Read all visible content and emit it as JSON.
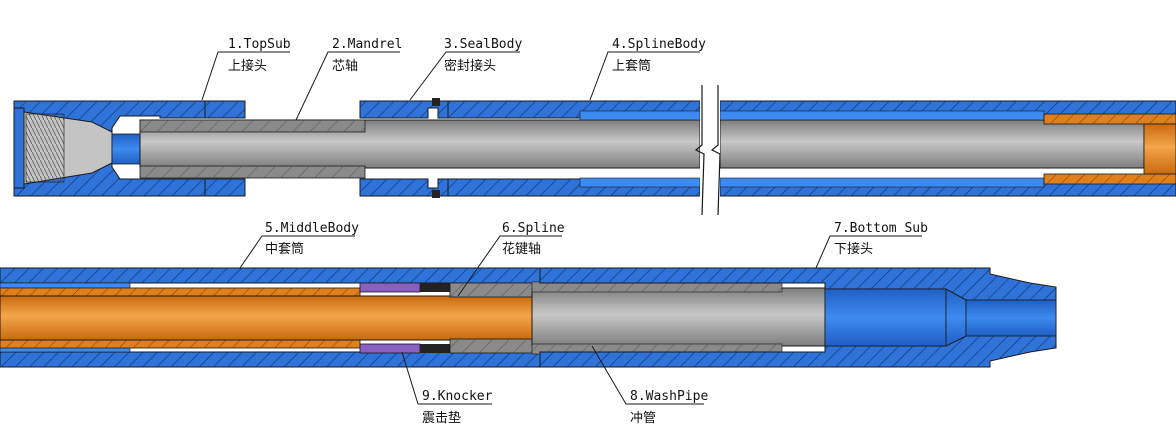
{
  "diagram": {
    "callouts": [
      {
        "id": "top-sub",
        "en": "1.TopSub",
        "cn": "上接头"
      },
      {
        "id": "mandrel",
        "en": "2.Mandrel",
        "cn": "芯轴"
      },
      {
        "id": "seal-body",
        "en": "3.SealBody",
        "cn": "密封接头"
      },
      {
        "id": "spline-body",
        "en": "4.SplineBody",
        "cn": "上套筒"
      },
      {
        "id": "middle-body",
        "en": "5.MiddleBody",
        "cn": "中套筒"
      },
      {
        "id": "spline",
        "en": "6.Spline",
        "cn": "花键轴"
      },
      {
        "id": "bottom-sub",
        "en": "7.Bottom Sub",
        "cn": "下接头"
      },
      {
        "id": "wash-pipe",
        "en": "8.WashPipe",
        "cn": "冲管"
      },
      {
        "id": "knocker",
        "en": "9.Knocker",
        "cn": "震击垫"
      }
    ],
    "colors": {
      "housing": "#2f73d8",
      "housing_dark": "#1f4fa8",
      "mandrel_gray": "#8e8e8e",
      "mandrel_light": "#b9b9b9",
      "orange": "#e0801c",
      "orange_light": "#f0a23d",
      "purple": "#8a5fc2",
      "outline": "#1a1a1a"
    }
  }
}
